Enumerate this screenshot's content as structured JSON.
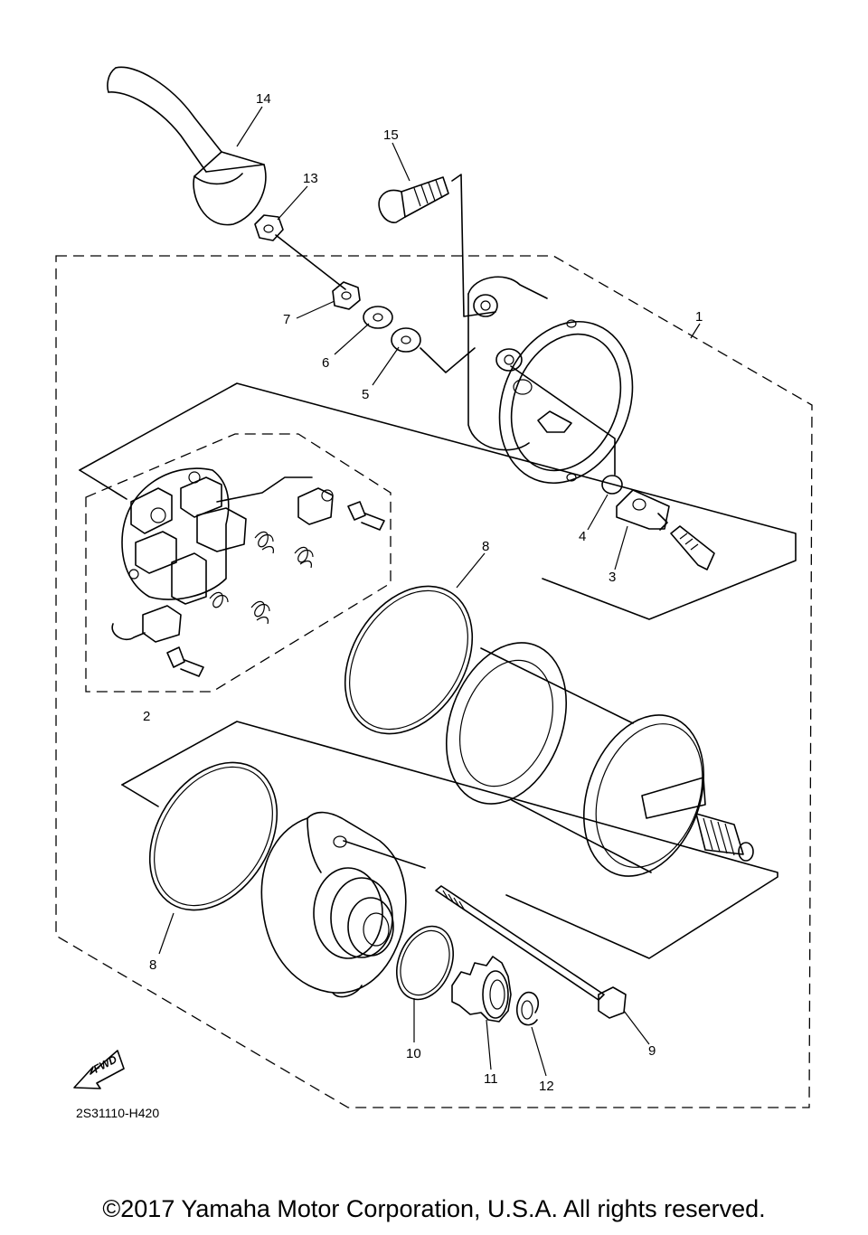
{
  "diagram_code": "2S31110-H420",
  "fwd_label": "FWD",
  "copyright": "©2017 Yamaha Motor Corporation, U.S.A. All rights reserved.",
  "callouts": {
    "c1": "1",
    "c2": "2",
    "c3": "3",
    "c4": "4",
    "c5": "5",
    "c6": "6",
    "c7": "7",
    "c8a": "8",
    "c8b": "8",
    "c9": "9",
    "c10": "10",
    "c11": "11",
    "c12": "12",
    "c13": "13",
    "c14": "14",
    "c15": "15"
  }
}
